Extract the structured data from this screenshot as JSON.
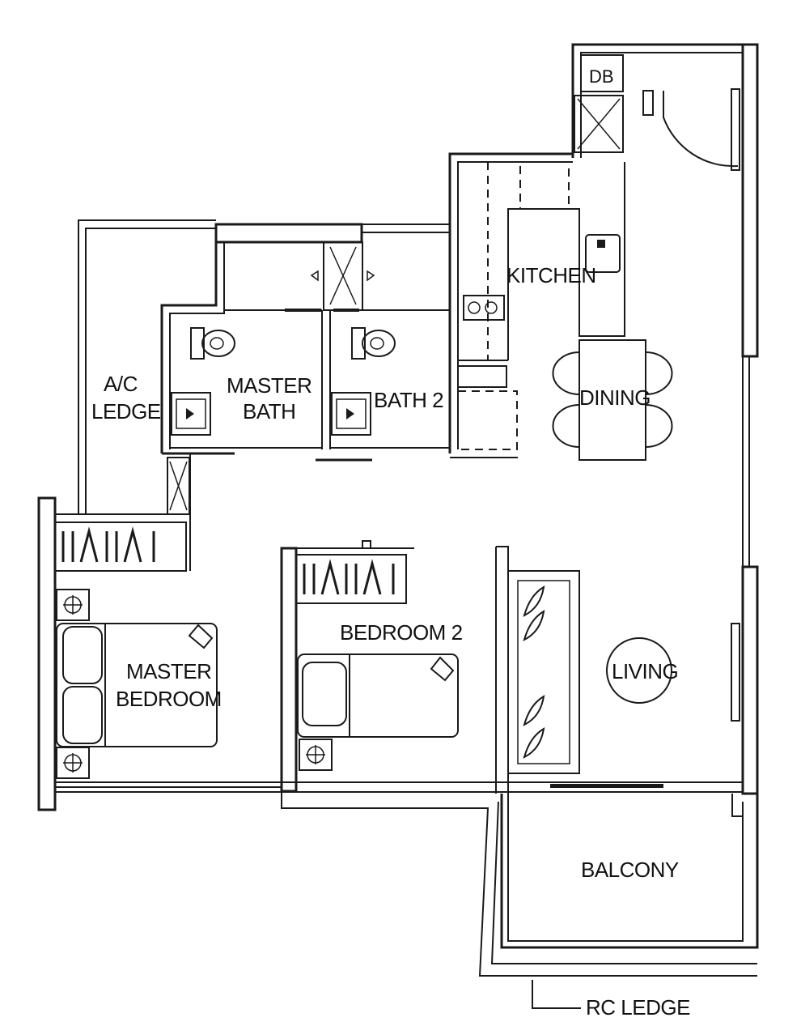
{
  "floor_plan": {
    "rooms": {
      "db": "DB",
      "kitchen": "KITCHEN",
      "dining": "DINING",
      "ac_ledge_line1": "A/C",
      "ac_ledge_line2": "LEDGE",
      "master_bath_line1": "MASTER",
      "master_bath_line2": "BATH",
      "bath_2": "BATH 2",
      "bedroom_2": "BEDROOM 2",
      "master_bedroom_line1": "MASTER",
      "master_bedroom_line2": "BEDROOM",
      "living": "LIVING",
      "balcony": "BALCONY",
      "rc_ledge": "RC LEDGE"
    },
    "colors": {
      "ink": "#1a1a1a",
      "background": "#ffffff"
    }
  }
}
